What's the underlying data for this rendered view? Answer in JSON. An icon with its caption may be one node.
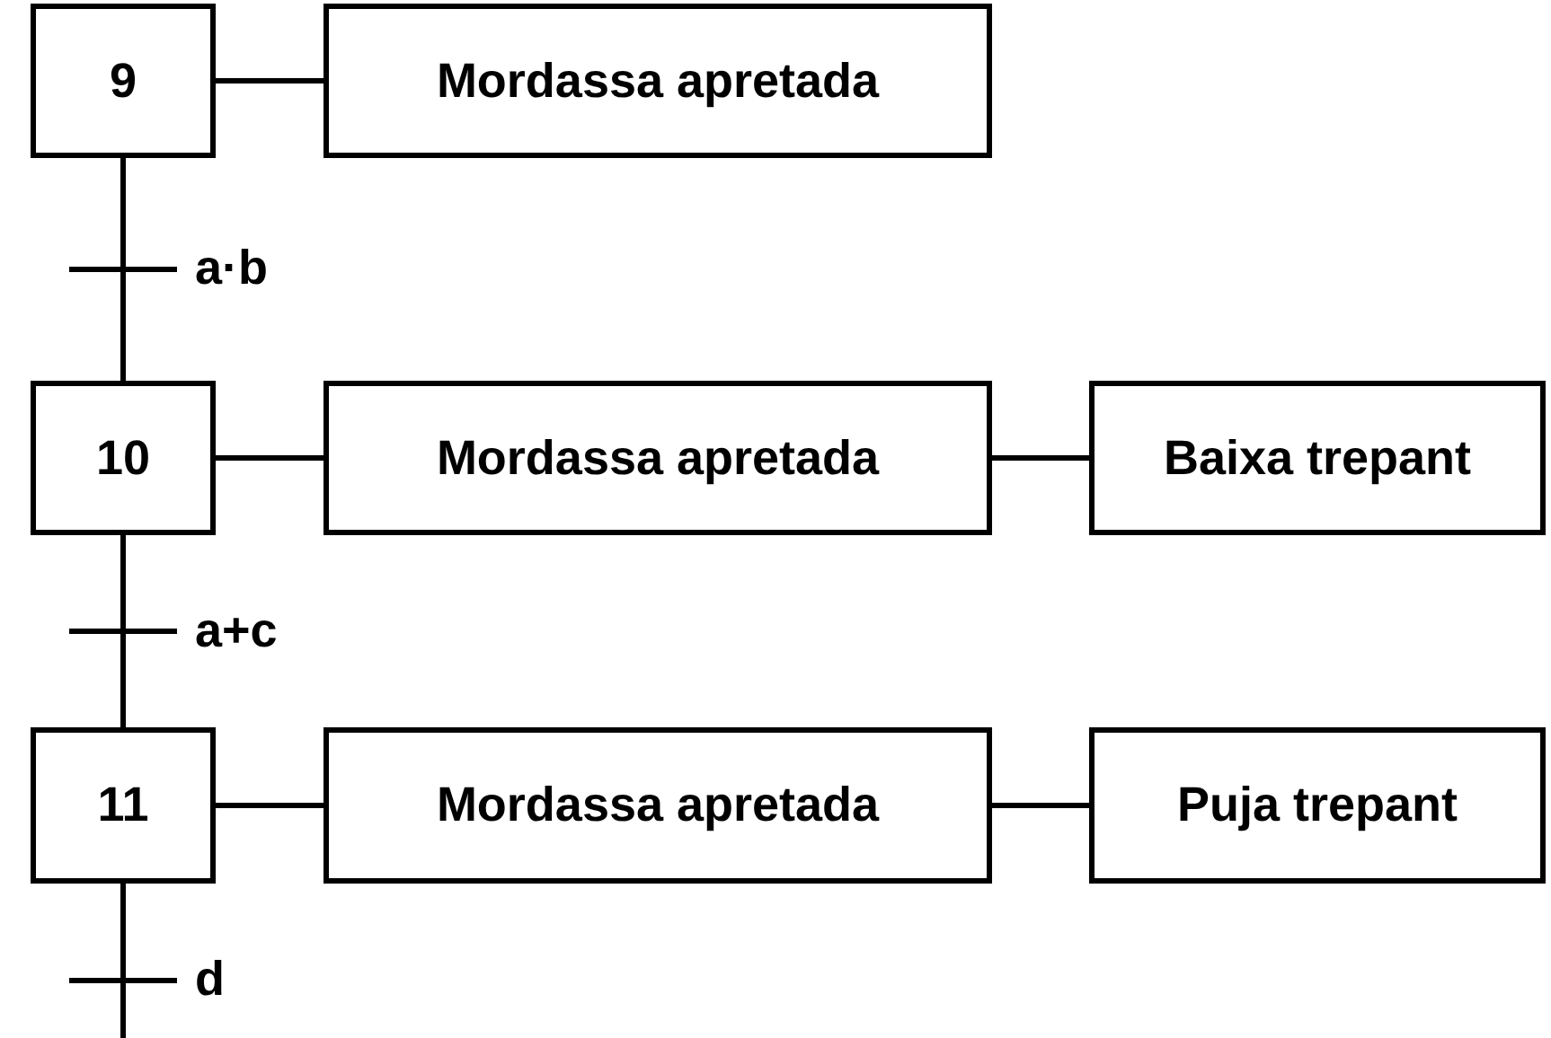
{
  "diagram": {
    "nodes": [
      {
        "text": [
          "9"
        ]
      },
      {
        "text": [
          "Mordassa apretada"
        ]
      },
      {
        "text": [
          "10"
        ]
      },
      {
        "text": [
          "Mordassa apretada"
        ]
      },
      {
        "text": [
          "Baixa trepant"
        ]
      },
      {
        "text": [
          "11"
        ]
      },
      {
        "text": [
          "Mordassa apretada"
        ]
      },
      {
        "text": [
          "Puja trepant"
        ]
      }
    ],
    "edges": [
      {
        "from": 0,
        "to": 1,
        "arrow": "none"
      },
      {
        "from": 0,
        "to": 2,
        "arrow": "none",
        "label": "a·b"
      },
      {
        "from": 2,
        "to": 3,
        "arrow": "none"
      },
      {
        "from": 3,
        "to": 4,
        "arrow": "none"
      },
      {
        "from": 2,
        "to": 5,
        "arrow": "none",
        "label": "a+c"
      },
      {
        "from": 5,
        "to": 6,
        "arrow": "none"
      },
      {
        "from": 6,
        "to": 7,
        "arrow": "none"
      },
      {
        "from": 5,
        "to": null,
        "arrow": "none",
        "label": "d"
      }
    ]
  }
}
